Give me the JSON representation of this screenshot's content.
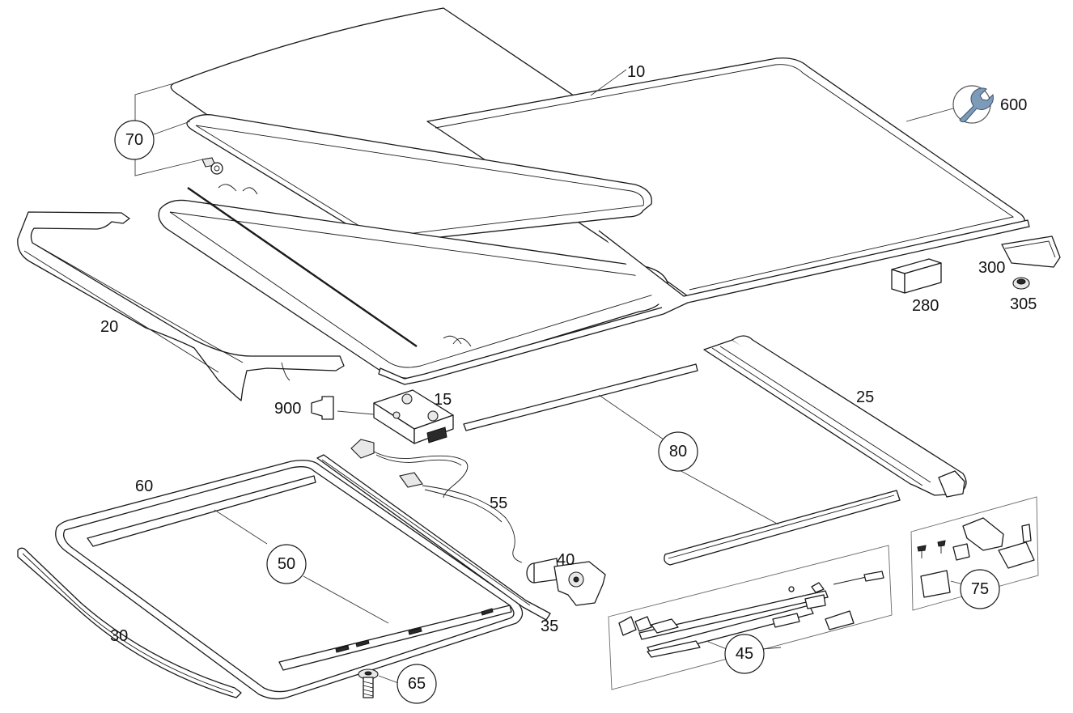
{
  "labels": {
    "p10": "10",
    "p15": "15",
    "p20": "20",
    "p25": "25",
    "p30": "30",
    "p35": "35",
    "p40": "40",
    "p45": "45",
    "p50": "50",
    "p55": "55",
    "p60": "60",
    "p65": "65",
    "p70": "70",
    "p75": "75",
    "p80": "80",
    "p280": "280",
    "p300": "300",
    "p305": "305",
    "p600": "600",
    "p900": "900"
  },
  "colors": {
    "line": "#1a1a1a",
    "wrench_icon": "#7d9ab8",
    "background": "#ffffff"
  },
  "icons": {
    "p600": "wrench-icon"
  }
}
